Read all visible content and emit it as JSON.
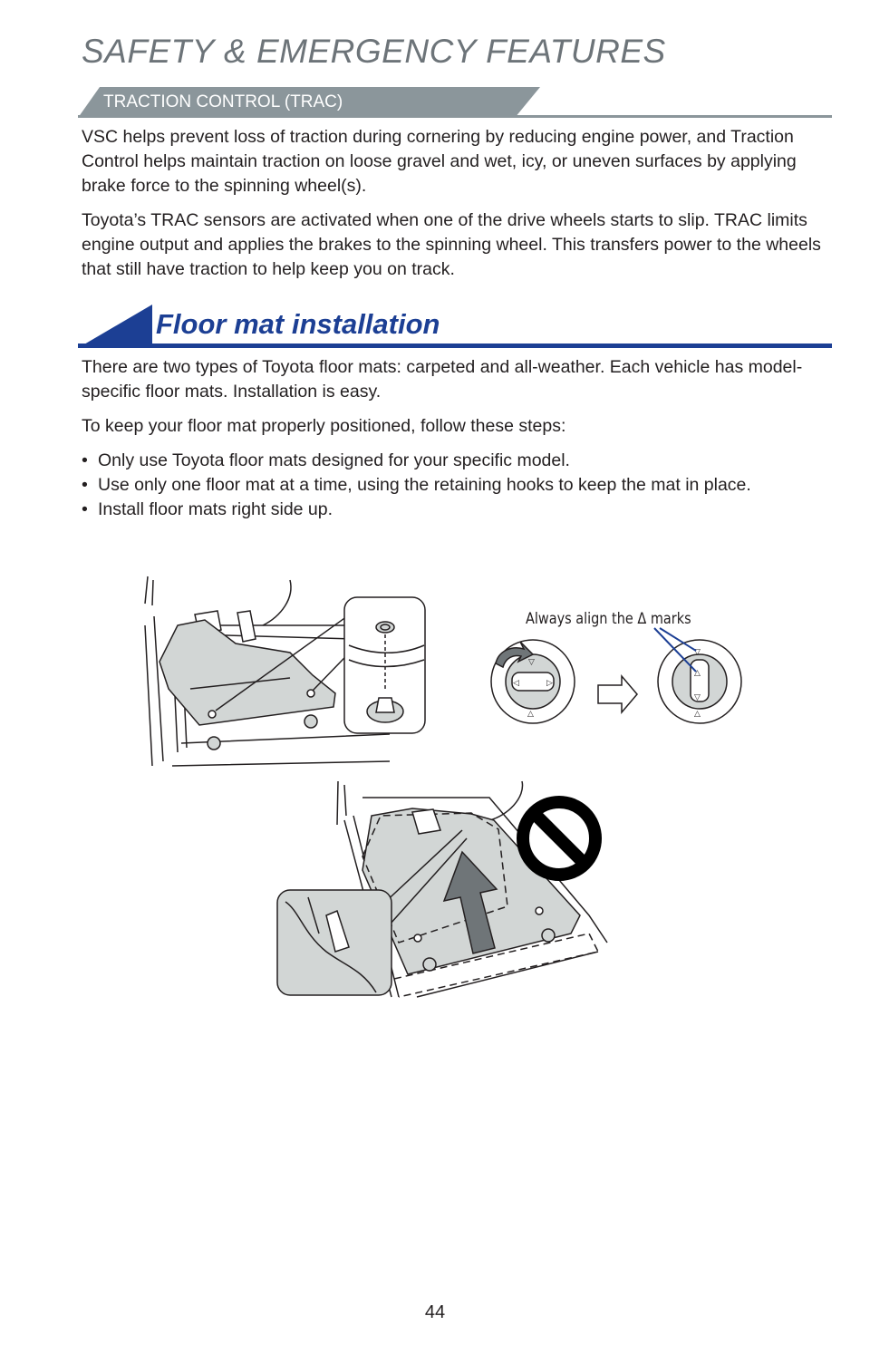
{
  "header": {
    "section_title": "SAFETY & EMERGENCY FEATURES"
  },
  "trac": {
    "heading": "TRACTION CONTROL (TRAC)",
    "paragraph1": "VSC helps prevent loss of traction during cornering by reducing engine power, and Traction Control helps maintain traction on loose gravel and wet, icy, or uneven surfaces by applying brake force to the spinning wheel(s).",
    "paragraph2": "Toyota’s TRAC sensors are activated when one of the drive wheels starts to slip. TRAC limits engine output and applies the brakes to the spinning wheel. This transfers power to the wheels that still have traction to help keep you on track."
  },
  "floor_mat": {
    "heading": "Floor mat installation",
    "paragraph1": "There are two types of Toyota floor mats: carpeted and all-weather. Each vehicle has model-specific floor mats. Installation is easy.",
    "paragraph2": "To keep your floor mat properly positioned, follow these steps:",
    "bullets": [
      "Only use Toyota floor mats designed for your specific model.",
      "Use only one floor mat at a time, using the retaining hooks to keep the mat in place.",
      "Install floor mats right side up."
    ],
    "bullet_char": "•"
  },
  "illustration": {
    "align_label": "Always align the Δ marks",
    "colors": {
      "mat_fill": "#d2d6d5",
      "line": "#231f20",
      "arrow_fill": "#6f7578",
      "warning": "#000000"
    }
  },
  "footer": {
    "page_number": "44"
  }
}
